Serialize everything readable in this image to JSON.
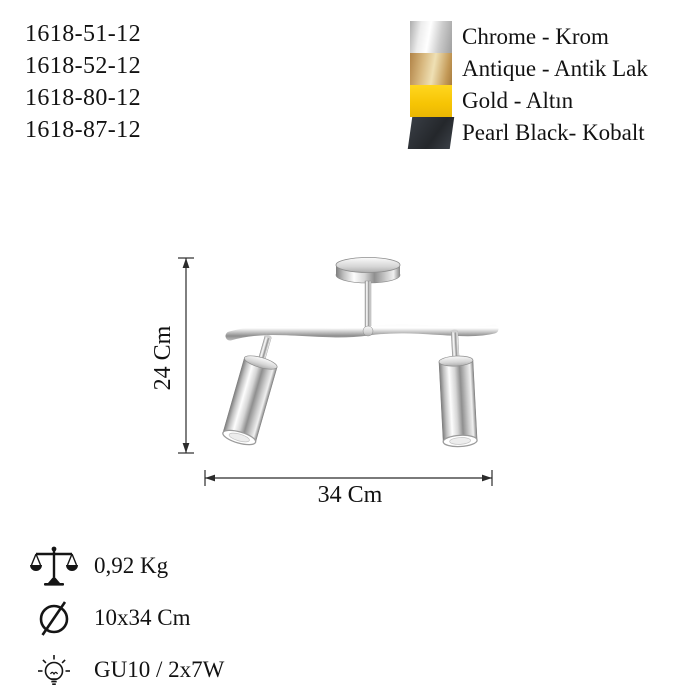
{
  "product_codes": [
    "1618-51-12",
    "1618-52-12",
    "1618-80-12",
    "1618-87-12"
  ],
  "finishes": [
    {
      "label": "Chrome - Krom",
      "color": "#d9d9d9"
    },
    {
      "label": "Antique - Antik Lak",
      "color": "#c9a266"
    },
    {
      "label": "Gold - Altın",
      "color": "#f6c404"
    },
    {
      "label": "Pearl Black- Kobalt",
      "color": "#2c2f33"
    }
  ],
  "dimensions": {
    "height_label": "24 Cm",
    "width_label": "34 Cm"
  },
  "specs": [
    {
      "icon": "scale-icon",
      "value": "0,92 Kg"
    },
    {
      "icon": "diameter-icon",
      "value": "10x34 Cm"
    },
    {
      "icon": "bulb-icon",
      "value": "GU10 / 2x7W"
    }
  ]
}
